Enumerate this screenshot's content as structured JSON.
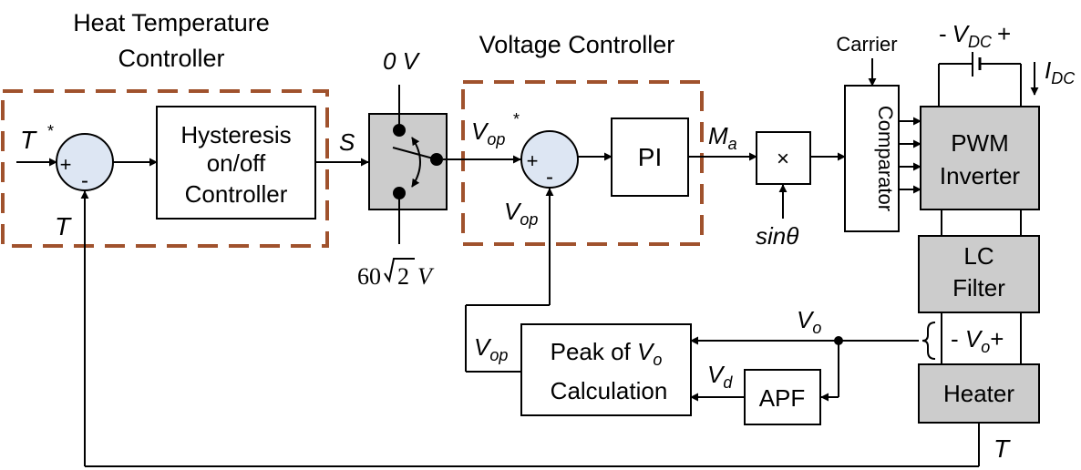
{
  "groups": {
    "heat_title_1": "Heat Temperature",
    "heat_title_2": "Controller",
    "voltage_title": "Voltage Controller"
  },
  "blocks": {
    "hysteresis_1": "Hysteresis",
    "hysteresis_2": "on/off",
    "hysteresis_3": "Controller",
    "pi": "PI",
    "multiply": "×",
    "comparator": "Comparator",
    "pwm_1": "PWM",
    "pwm_2": "Inverter",
    "lc_1": "LC",
    "lc_2": "Filter",
    "heater": "Heater",
    "peak_1a": "Peak of ",
    "peak_1b": "V",
    "peak_1c": "o",
    "peak_2": "Calculation",
    "apf": "APF"
  },
  "signals": {
    "t_star": "T",
    "star": "*",
    "t_fb": "T",
    "t_out": "T",
    "s": "S",
    "zero_v": "0 V",
    "sixty_num": "60",
    "sixty_rad": "2",
    "sixty_unit": "V",
    "vop_ref": "V",
    "vop_ref_sub": "op",
    "vop_fb": "V",
    "vop_fb_sub": "op",
    "vop_peak": "V",
    "vop_peak_sub": "op",
    "ma": "M",
    "ma_sub": "a",
    "sin": "sinθ",
    "carrier": "Carrier",
    "vdc": "V",
    "vdc_sub": "DC",
    "vdc_minus": "-",
    "vdc_plus": "+",
    "idc": "I",
    "idc_sub": "DC",
    "vo": "V",
    "vo_sub": "o",
    "vo_load_minus": "- ",
    "vo_load": "V",
    "vo_load_sub": "o",
    "vo_load_plus": "+",
    "vd": "V",
    "vd_sub": "d",
    "plus": "+",
    "minus": "-"
  },
  "colors": {
    "dashed_border": "#a0522d",
    "summing_fill": "#dde6f3",
    "gray_block": "#cccccc"
  }
}
